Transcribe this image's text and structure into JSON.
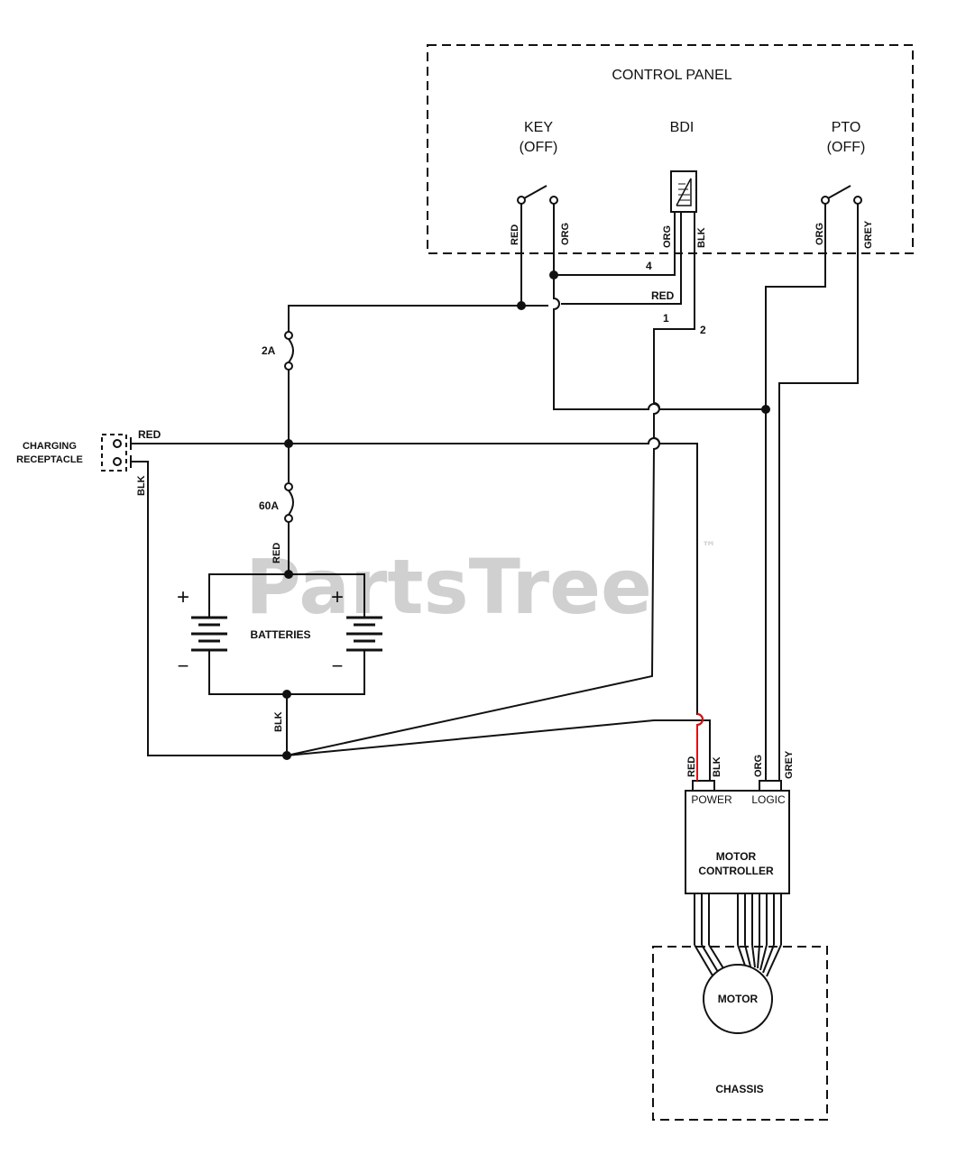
{
  "watermark": {
    "text": "PartsTree",
    "tm": "™"
  },
  "control_panel": {
    "title": "CONTROL PANEL",
    "key": {
      "name": "KEY",
      "state": "(OFF)",
      "wire_left": "RED",
      "wire_right": "ORG"
    },
    "bdi": {
      "name": "BDI",
      "wire_left": "ORG",
      "wire_right": "BLK"
    },
    "pto": {
      "name": "PTO",
      "state": "(OFF)",
      "wire_left": "ORG",
      "wire_right": "GREY"
    }
  },
  "wires": {
    "n4": "4",
    "red_bdi": "RED",
    "n1": "1",
    "n2": "2",
    "charging_red": "RED",
    "charging_blk": "BLK",
    "batt_red": "RED",
    "batt_blk": "BLK"
  },
  "fuses": {
    "small": "2A",
    "large": "60A"
  },
  "charging_receptacle": {
    "line1": "CHARGING",
    "line2": "RECEPTACLE"
  },
  "batteries": {
    "label": "BATTERIES",
    "plus": "+",
    "minus": "−"
  },
  "motor_controller": {
    "line1": "MOTOR",
    "line2": "CONTROLLER",
    "power": "POWER",
    "logic": "LOGIC",
    "wire_red": "RED",
    "wire_blk": "BLK",
    "wire_org": "ORG",
    "wire_grey": "GREY"
  },
  "motor": {
    "label": "MOTOR"
  },
  "chassis": {
    "label": "CHASSIS"
  },
  "colors": {
    "line": "#111111",
    "red_wire": "#e01010",
    "watermark": "#d0d0d0"
  }
}
